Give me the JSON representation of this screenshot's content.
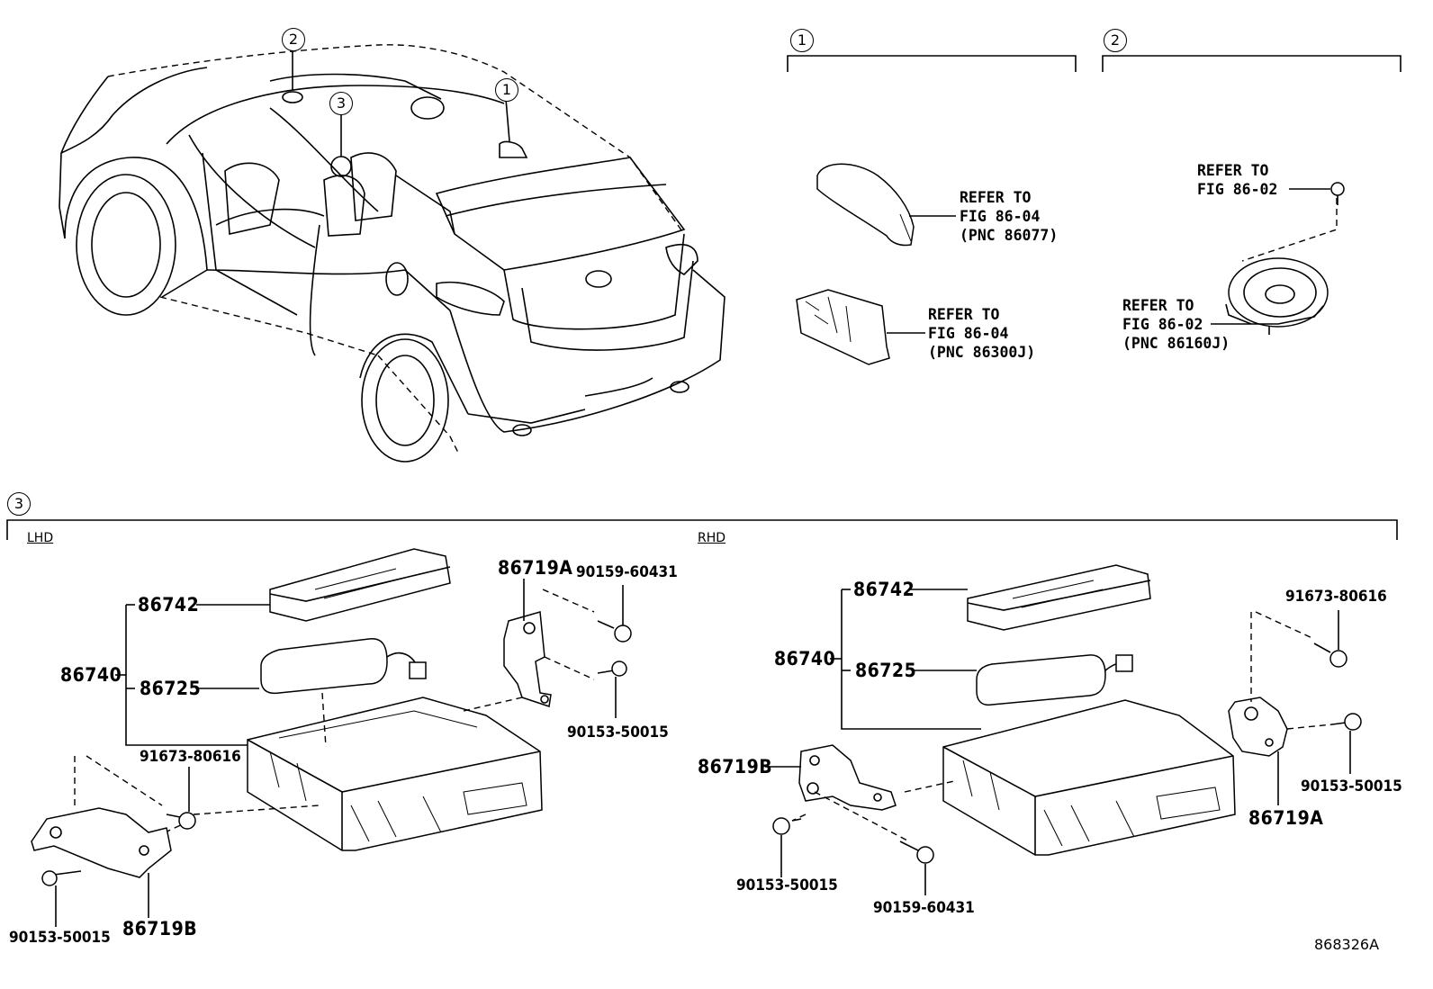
{
  "callouts": {
    "c1": "1",
    "c2": "2",
    "c3": "3"
  },
  "refs": {
    "antenna": {
      "line1": "REFER TO",
      "line2": "FIG 86-04",
      "line3": "(PNC 86077)"
    },
    "amplifier": {
      "line1": "REFER TO",
      "line2": "FIG 86-04",
      "line3": "(PNC 86300J)"
    },
    "screw": {
      "line1": "REFER TO",
      "line2": "FIG 86-02"
    },
    "speaker": {
      "line1": "REFER TO",
      "line2": "FIG 86-02",
      "line3": "(PNC 86160J)"
    }
  },
  "sections": {
    "lhd": "LHD",
    "rhd": "RHD"
  },
  "lhd_parts": {
    "p86742": "86742",
    "p86740": "86740",
    "p86725": "86725",
    "p86719A": "86719A",
    "p90159": "90159-60431",
    "p90153_a": "90153-50015",
    "p91673": "91673-80616",
    "p86719B": "86719B",
    "p90153_b": "90153-50015"
  },
  "rhd_parts": {
    "p86742": "86742",
    "p86740": "86740",
    "p86725": "86725",
    "p91673": "91673-80616",
    "p90153_a": "90153-50015",
    "p86719A": "86719A",
    "p86719B": "86719B",
    "p90153_b": "90153-50015",
    "p90159": "90159-60431"
  },
  "figure_code": "868326A"
}
